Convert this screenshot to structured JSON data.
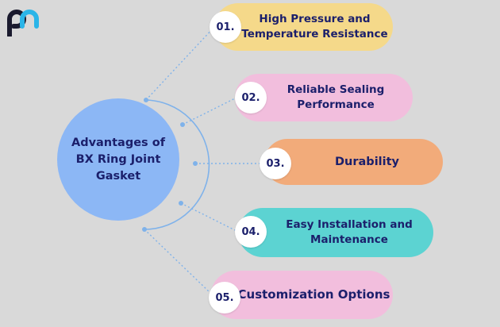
{
  "hub": {
    "title": "Advantages of BX Ring Joint Gasket",
    "color": "#8cb7f5"
  },
  "items": [
    {
      "number": "01.",
      "label": "High Pressure and Temperature Resistance",
      "color": "#f5d98a"
    },
    {
      "number": "02.",
      "label": "Reliable Sealing Performance",
      "color": "#f2bedd"
    },
    {
      "number": "03.",
      "label": "Durability",
      "color": "#f2ab7a"
    },
    {
      "number": "04.",
      "label": "Easy Installation and Maintenance",
      "color": "#5cd3d2"
    },
    {
      "number": "05.",
      "label": "Customization Options",
      "color": "#f2bedd"
    }
  ],
  "colors": {
    "background": "#d9d9d9",
    "text": "#1b1f6b",
    "connector": "#7fb2ea",
    "logo_blue": "#2bb5e8",
    "logo_dark": "#1a1a2e"
  },
  "icons": {
    "logo": "brand-logo-icon"
  }
}
